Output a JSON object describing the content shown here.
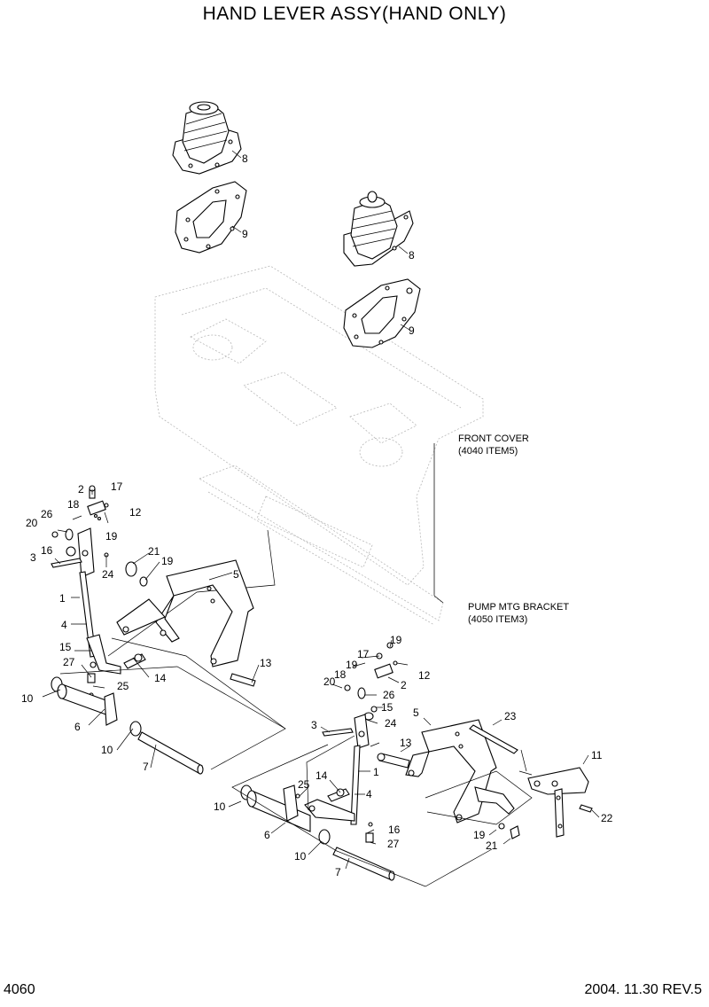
{
  "title": "HAND LEVER ASSY(HAND ONLY)",
  "page_number": "4060",
  "revision": "2004. 11.30  REV.5",
  "references": {
    "front_cover_line1": "FRONT COVER",
    "front_cover_line2": "(4040 ITEM5)",
    "pump_bracket_line1": "PUMP MTG BRACKET",
    "pump_bracket_line2": "(4050 ITEM3)"
  },
  "callouts": {
    "boot_left": "8",
    "plate_left": "9",
    "boot_right": "8",
    "plate_right": "9",
    "l_17": "17",
    "l_2": "2",
    "l_12": "12",
    "l_18": "18",
    "l_26": "26",
    "l_20": "20",
    "l_19a": "19",
    "l_3": "3",
    "l_16": "16",
    "l_24": "24",
    "l_21": "21",
    "l_19b": "19",
    "l_5": "5",
    "l_1": "1",
    "l_4": "4",
    "l_15": "15",
    "l_27": "27",
    "l_25": "25",
    "l_14": "14",
    "l_13": "13",
    "l_10a": "10",
    "l_6": "6",
    "l_10b": "10",
    "l_7": "7",
    "r_19a": "19",
    "r_17": "17",
    "r_12": "12",
    "r_19b": "19",
    "r_18": "18",
    "r_2": "2",
    "r_20": "20",
    "r_26": "26",
    "r_15": "15",
    "r_3": "3",
    "r_24": "24",
    "r_13": "13",
    "r_5": "5",
    "r_23": "23",
    "r_1": "1",
    "r_11": "11",
    "r_14": "14",
    "r_25": "25",
    "r_4": "4",
    "r_10a": "10",
    "r_22": "22",
    "r_16": "16",
    "r_6": "6",
    "r_27": "27",
    "r_19c": "19",
    "r_21": "21",
    "r_10b": "10",
    "r_7": "7"
  }
}
